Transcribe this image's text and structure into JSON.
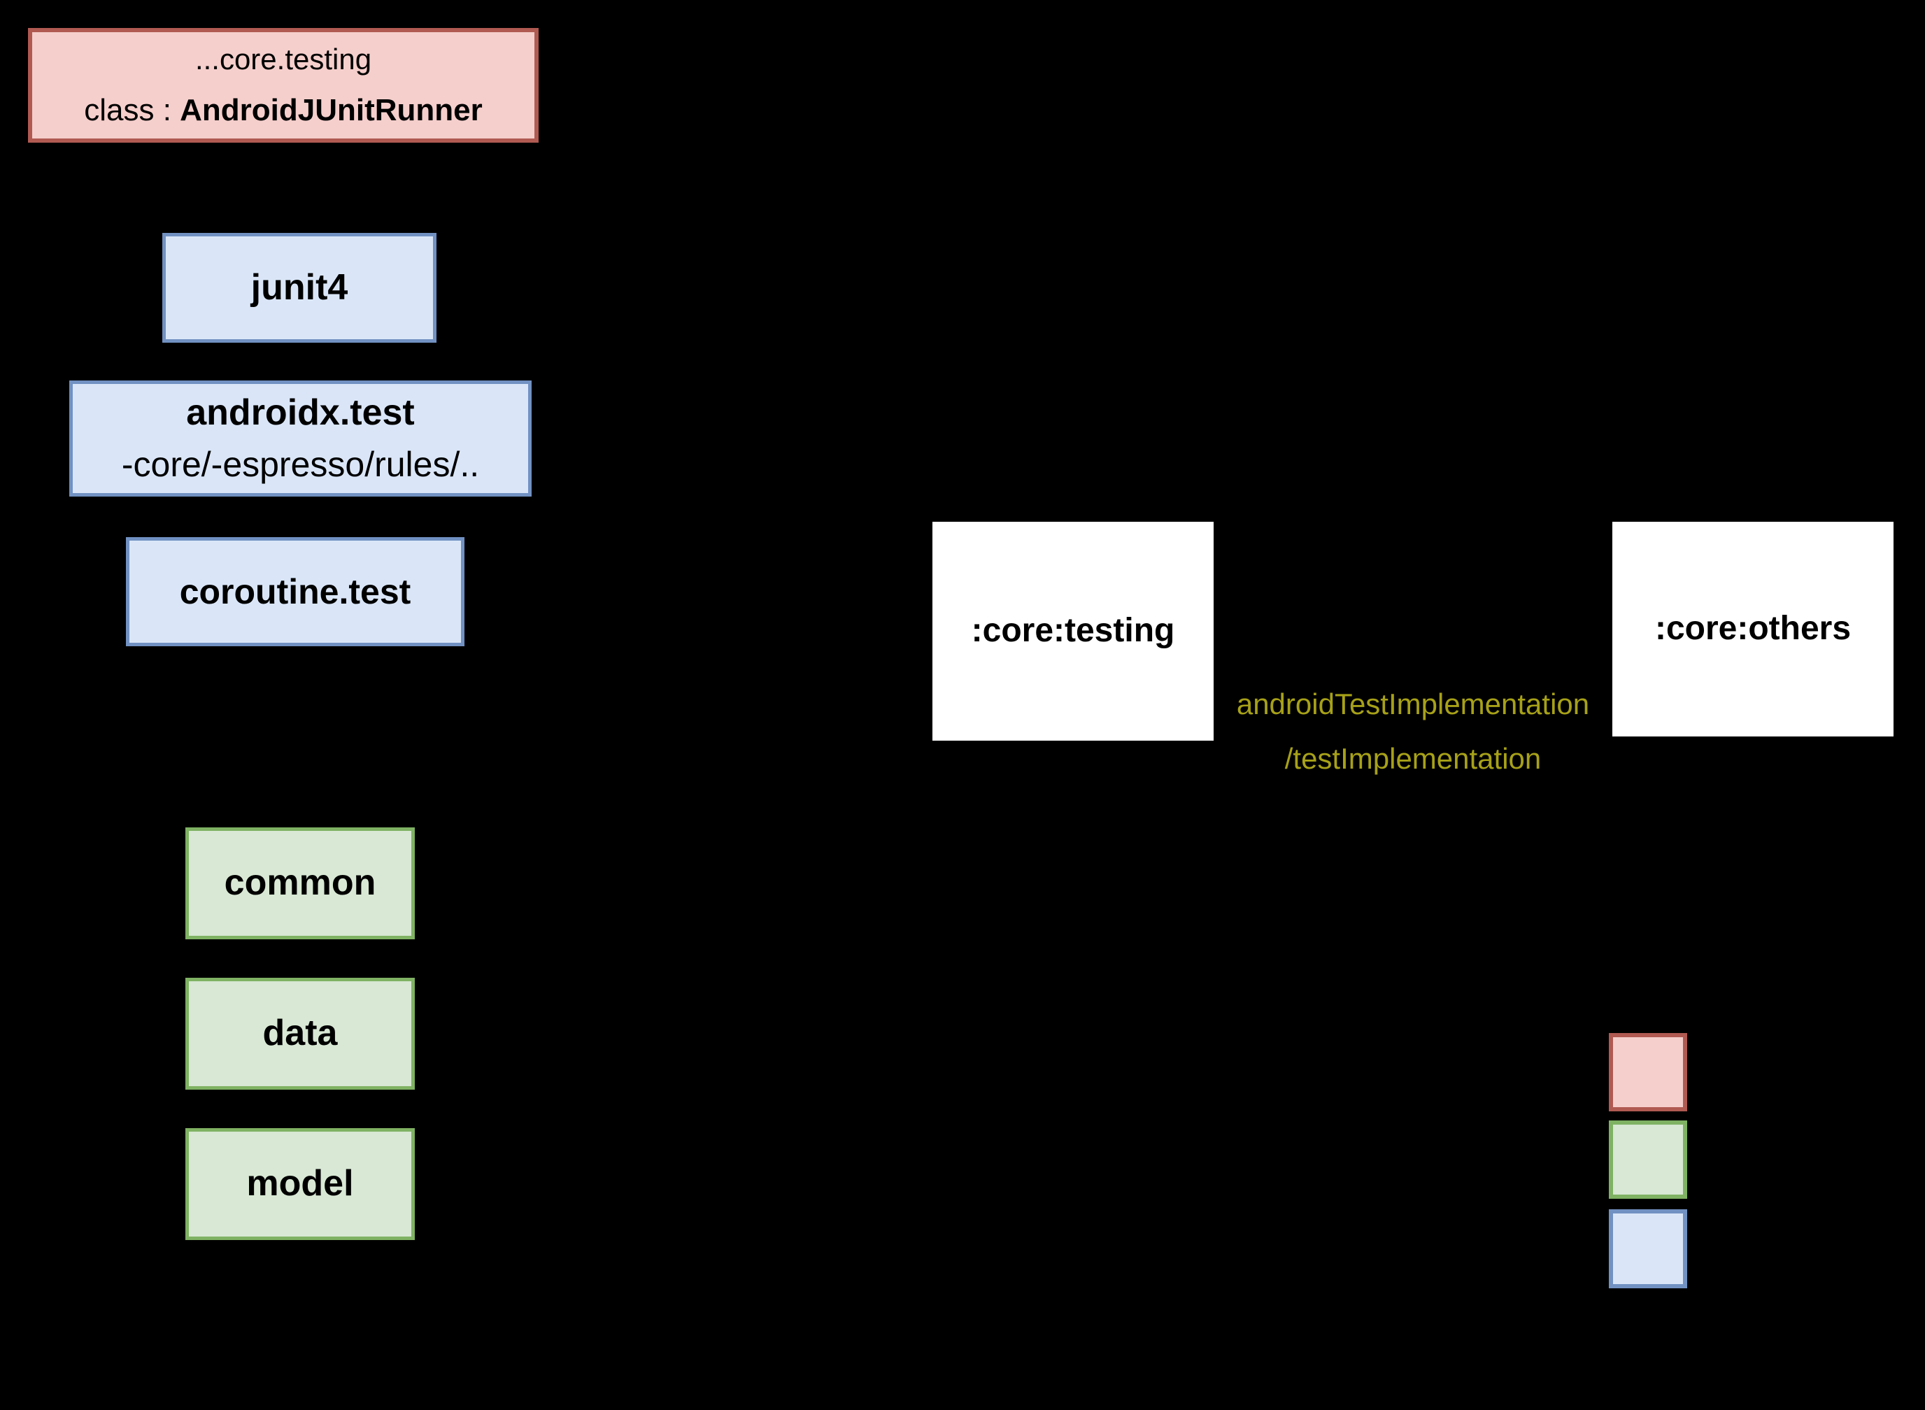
{
  "background": "#000000",
  "nodes": {
    "runner": {
      "line1": "...core.testing",
      "line2_prefix": "class : ",
      "line2_name": "AndroidJUnitRunner"
    },
    "junit4": {
      "label": "junit4"
    },
    "androidx_test": {
      "line1": "androidx.test",
      "line2": "-core/-espresso/rules/.."
    },
    "coroutine_test": {
      "label": "coroutine.test"
    },
    "core_testing": {
      "label": ":core:testing"
    },
    "core_others": {
      "label": ":core:others"
    },
    "common": {
      "label": "common"
    },
    "data": {
      "label": "data"
    },
    "model": {
      "label": "model"
    }
  },
  "edge_label": {
    "line1": "androidTestImplementation",
    "line2": "/testImplementation"
  },
  "legend": {
    "swatches": [
      {
        "name": "pink-swatch",
        "fill": "#f5cfcc",
        "border": "#b05a52"
      },
      {
        "name": "green-swatch",
        "fill": "#d8e8d4",
        "border": "#7fb263"
      },
      {
        "name": "blue-swatch",
        "fill": "#dae6f8",
        "border": "#7191c2"
      }
    ]
  },
  "colors": {
    "pink_fill": "#f5cfcc",
    "pink_border": "#b05a52",
    "blue_fill": "#dae6f8",
    "blue_border": "#7191c2",
    "green_fill": "#d8e8d4",
    "green_border": "#7fb263",
    "white_fill": "#ffffff",
    "node_text": "#000000",
    "edge_label_text": "#a7a118"
  }
}
